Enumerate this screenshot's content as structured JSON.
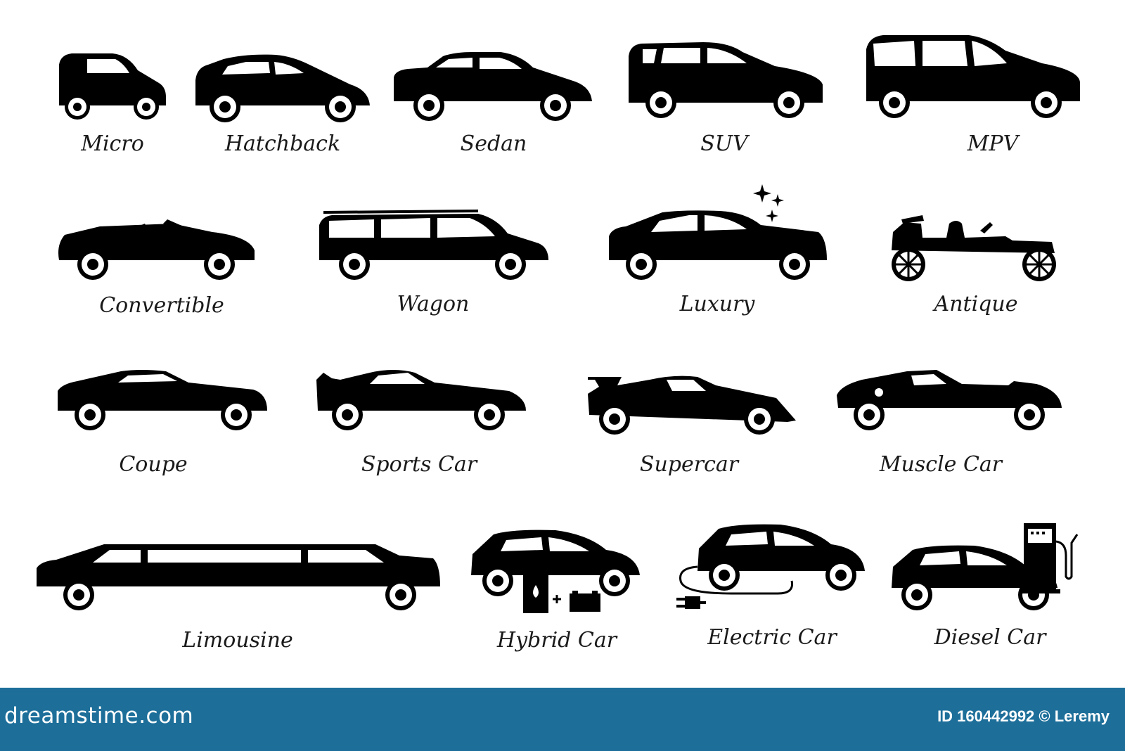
{
  "vehicles": [
    {
      "id": "micro",
      "label": "Micro",
      "icon": "micro-car-icon"
    },
    {
      "id": "hatchback",
      "label": "Hatchback",
      "icon": "hatchback-icon"
    },
    {
      "id": "sedan",
      "label": "Sedan",
      "icon": "sedan-icon"
    },
    {
      "id": "suv",
      "label": "SUV",
      "icon": "suv-icon"
    },
    {
      "id": "mpv",
      "label": "MPV",
      "icon": "mpv-icon"
    },
    {
      "id": "convertible",
      "label": "Convertible",
      "icon": "convertible-icon"
    },
    {
      "id": "wagon",
      "label": "Wagon",
      "icon": "wagon-icon"
    },
    {
      "id": "luxury",
      "label": "Luxury",
      "icon": "luxury-car-icon"
    },
    {
      "id": "antique",
      "label": "Antique",
      "icon": "antique-car-icon"
    },
    {
      "id": "coupe",
      "label": "Coupe",
      "icon": "coupe-icon"
    },
    {
      "id": "sports",
      "label": "Sports Car",
      "icon": "sports-car-icon"
    },
    {
      "id": "supercar",
      "label": "Supercar",
      "icon": "supercar-icon"
    },
    {
      "id": "muscle",
      "label": "Muscle Car",
      "icon": "muscle-car-icon"
    },
    {
      "id": "limousine",
      "label": "Limousine",
      "icon": "limousine-icon"
    },
    {
      "id": "hybrid",
      "label": "Hybrid Car",
      "icon": "hybrid-car-icon"
    },
    {
      "id": "electric",
      "label": "Electric Car",
      "icon": "electric-car-icon"
    },
    {
      "id": "diesel",
      "label": "Diesel Car",
      "icon": "diesel-car-icon"
    }
  ],
  "footer": {
    "logo": "dreamstime.com",
    "credit": "ID 160442992 © Leremy"
  },
  "colors": {
    "icon": "#000000",
    "label": "#1a1a1a",
    "footer_bg": "#1d6f9a",
    "footer_text": "#ffffff"
  }
}
